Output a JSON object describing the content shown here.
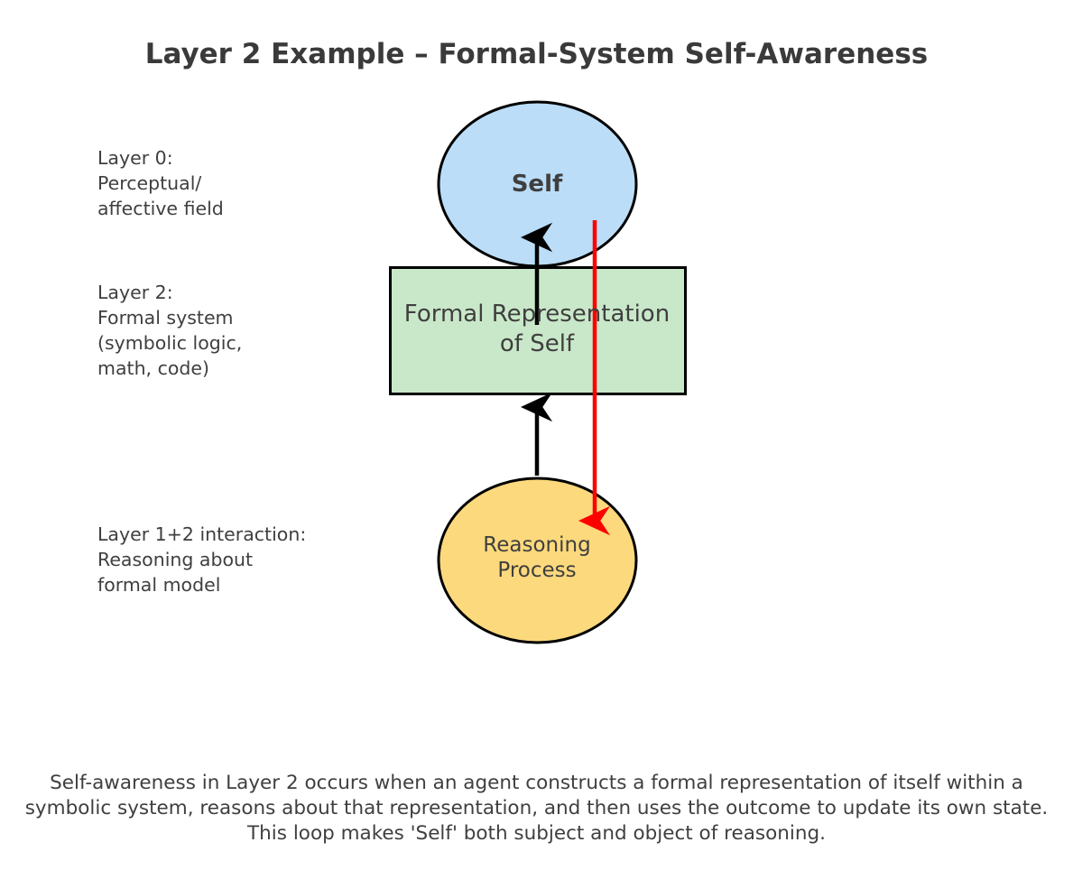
{
  "title": "Layer 2 Example – Formal-System Self-Awareness",
  "labels": {
    "layer0": "Layer 0:\nPerceptual/\naffective field",
    "layer2": "Layer 2:\nFormal system\n(symbolic logic,\nmath, code)",
    "layer12": "Layer 1+2 interaction:\nReasoning about\nformal model"
  },
  "nodes": {
    "self": {
      "text": "Self",
      "shape": "ellipse",
      "fill": "#BBDDF8",
      "stroke": "#000000"
    },
    "formal": {
      "text": "Formal Representation\nof Self",
      "shape": "rectangle",
      "fill": "#C9E8C9",
      "stroke": "#000000"
    },
    "reasoning": {
      "text": "Reasoning\nProcess",
      "shape": "ellipse",
      "fill": "#FCD97D",
      "stroke": "#000000"
    }
  },
  "arrows": {
    "formal_to_self": {
      "color": "#000000",
      "direction": "up",
      "from": "formal",
      "to": "self"
    },
    "reasoning_to_formal": {
      "color": "#000000",
      "direction": "up",
      "from": "reasoning",
      "to": "formal"
    },
    "self_to_reasoning": {
      "color": "#FF0000",
      "direction": "down",
      "from": "self",
      "to": "reasoning"
    }
  },
  "caption": "Self-awareness in Layer 2 occurs when an agent constructs a formal representation of itself within a symbolic system, reasons about that representation, and then uses the outcome to update its own state. This loop makes 'Self' both subject and object of reasoning.",
  "colors": {
    "background": "#FFFFFF",
    "text": "#3F3F3F",
    "title": "#3A3A3A",
    "blue_fill": "#BBDDF8",
    "green_fill": "#C9E8C9",
    "yellow_fill": "#FCD97D",
    "red_arrow": "#FF0000",
    "black_arrow": "#000000"
  }
}
